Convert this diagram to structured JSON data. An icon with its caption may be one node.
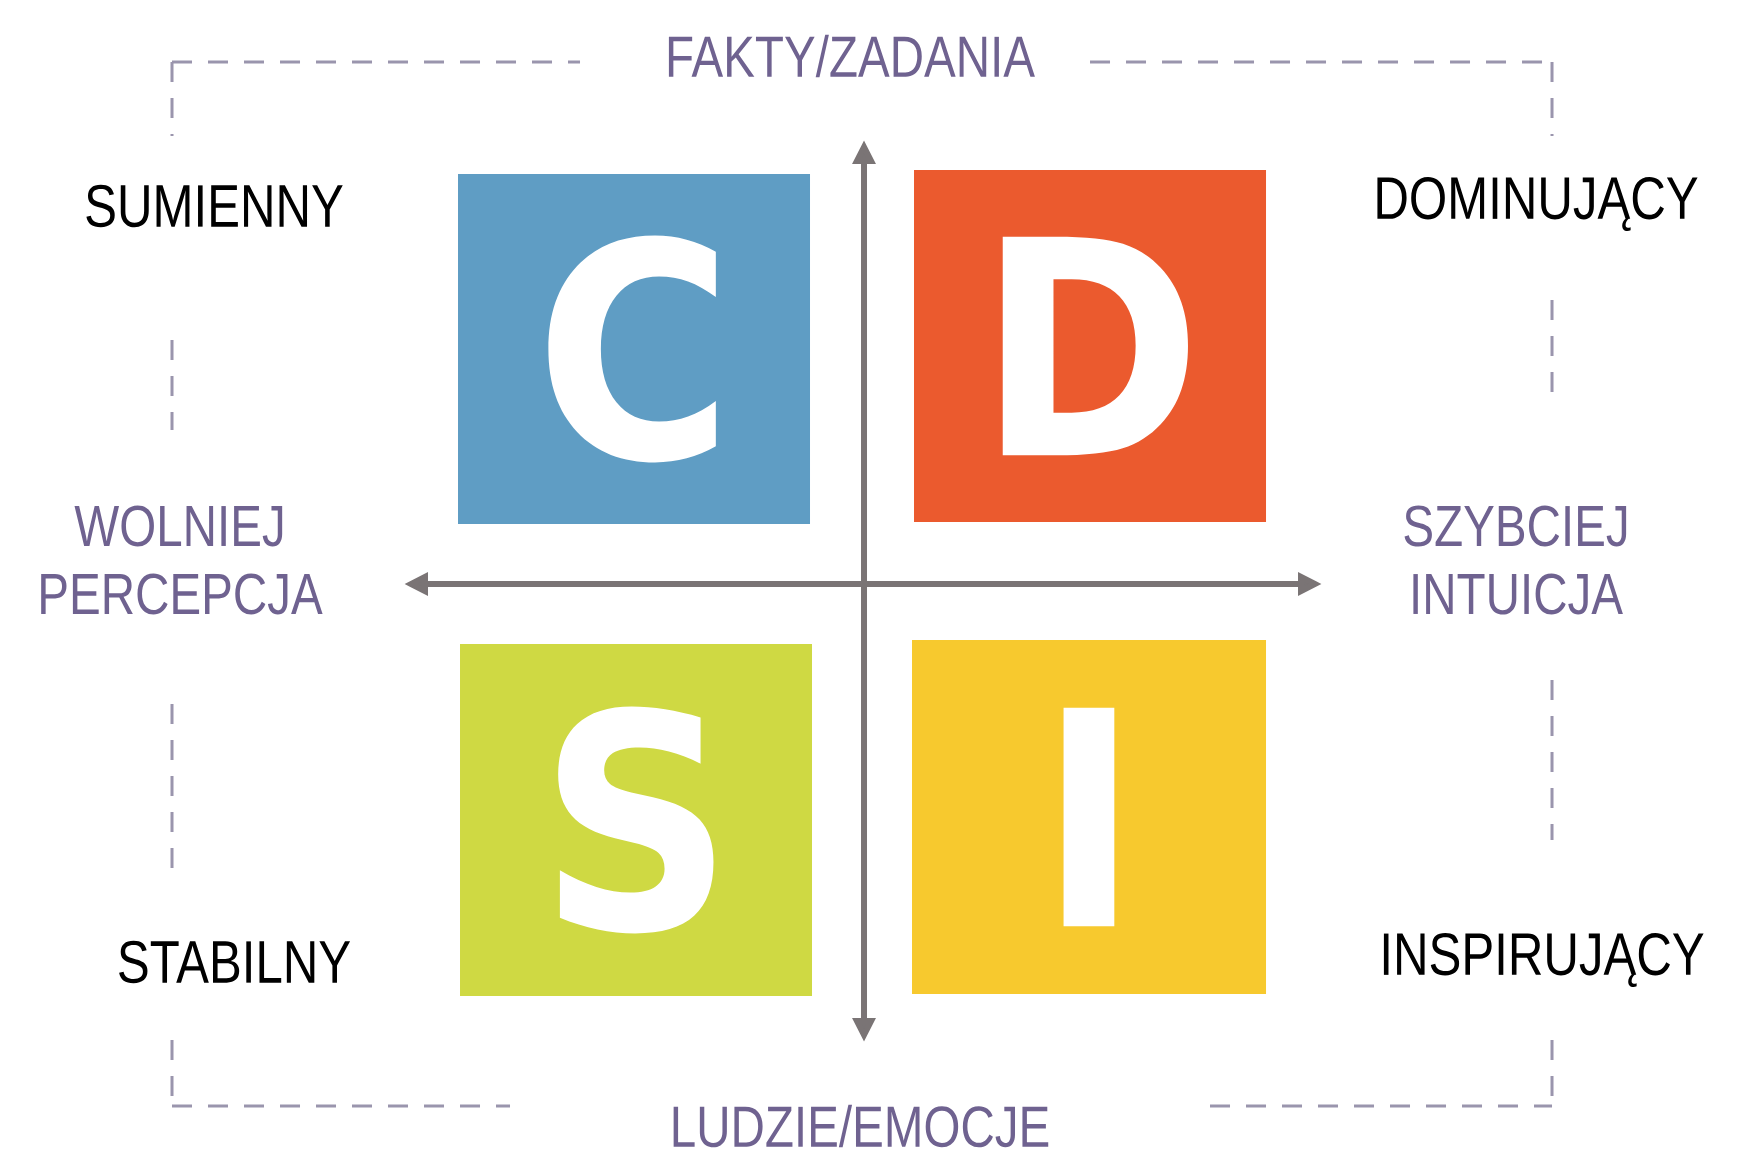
{
  "diagram": {
    "nodes": [
      {
        "text": [
          "C"
        ],
        "beside": [
          "SUMIENNY"
        ]
      },
      {
        "text": [
          "D"
        ],
        "beside": [
          "DOMINUJĄCY"
        ]
      },
      {
        "text": [
          "S"
        ],
        "beside": [
          "STABILNY"
        ]
      },
      {
        "text": [
          "I"
        ],
        "beside": [
          "INSPIRUJĄCY"
        ]
      }
    ],
    "labels": [
      "FAKTY/ZADANIA",
      "WOLNIEJ PERCEPCJA",
      "SZYBCIEJ INTUICJA",
      "LUDZIE/EMOCJE"
    ]
  }
}
